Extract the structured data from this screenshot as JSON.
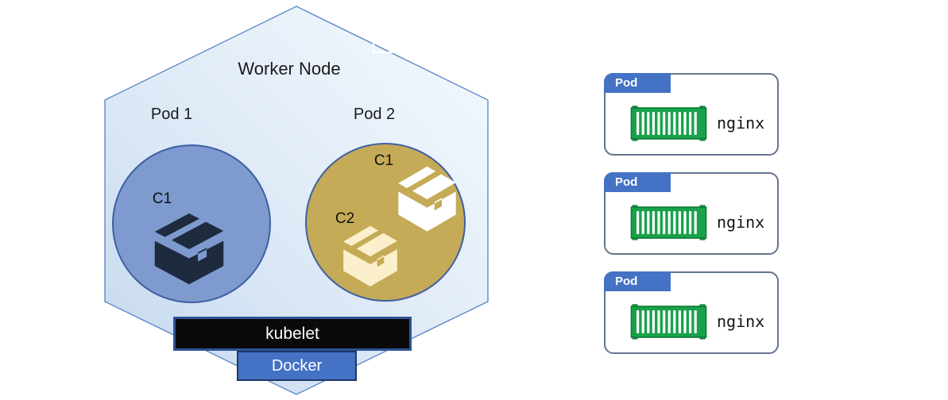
{
  "worker_node": {
    "title": "Worker Node",
    "kubelet_label": "kubelet",
    "docker_label": "Docker",
    "pods": [
      {
        "label": "Pod 1",
        "containers": [
          {
            "label": "C1"
          }
        ]
      },
      {
        "label": "Pod 2",
        "containers": [
          {
            "label": "C1"
          },
          {
            "label": "C2"
          }
        ]
      }
    ]
  },
  "pod_cards": [
    {
      "tab": "Pod",
      "container_name": "nginx"
    },
    {
      "tab": "Pod",
      "container_name": "nginx"
    },
    {
      "tab": "Pod",
      "container_name": "nginx"
    }
  ],
  "icons": {
    "package_box": "package-box-icon",
    "shipping_container": "shipping-container-icon"
  },
  "colors": {
    "node_border": "#5d8ac8",
    "pod1_fill": "#7e9ace",
    "pod2_fill": "#c5ab57",
    "circle_border": "#3f5fa3",
    "kubelet_fill": "#0a0a0a",
    "bar_border": "#2e5395",
    "docker_fill": "#4472c4",
    "docker_border": "#1f3864",
    "tab_fill": "#4472c4",
    "card_border": "#64748f",
    "container_green": "#18a24b",
    "container_green_dark": "#0b7a33",
    "box_dark": "#1e2b3f",
    "box_white": "#ffffff",
    "box_cream": "#fbf0cb"
  }
}
